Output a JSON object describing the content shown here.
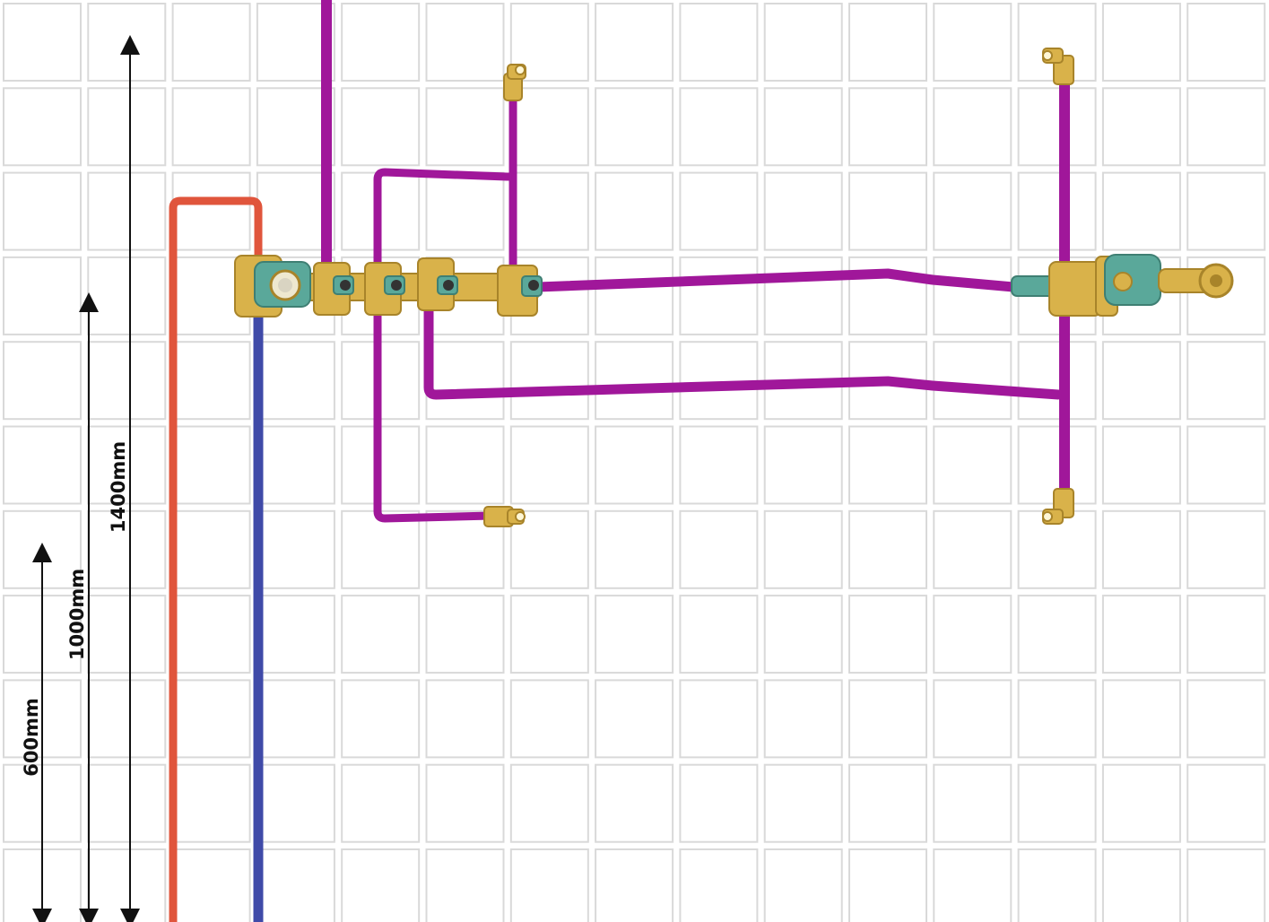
{
  "diagram": {
    "dimensions": [
      {
        "label": "600mm"
      },
      {
        "label": "1000mm"
      },
      {
        "label": "1400mm"
      }
    ],
    "colors": {
      "hot_pipe": "#e0553c",
      "cold_pipe": "#3f4aa8",
      "mixed_pipe": "#a0179a",
      "brass": "#d9b24a",
      "brass_dark": "#a8842a",
      "valve_green": "#5aa89a",
      "tile_grout": "#d9d9d9",
      "dimension_line": "#111111"
    }
  }
}
